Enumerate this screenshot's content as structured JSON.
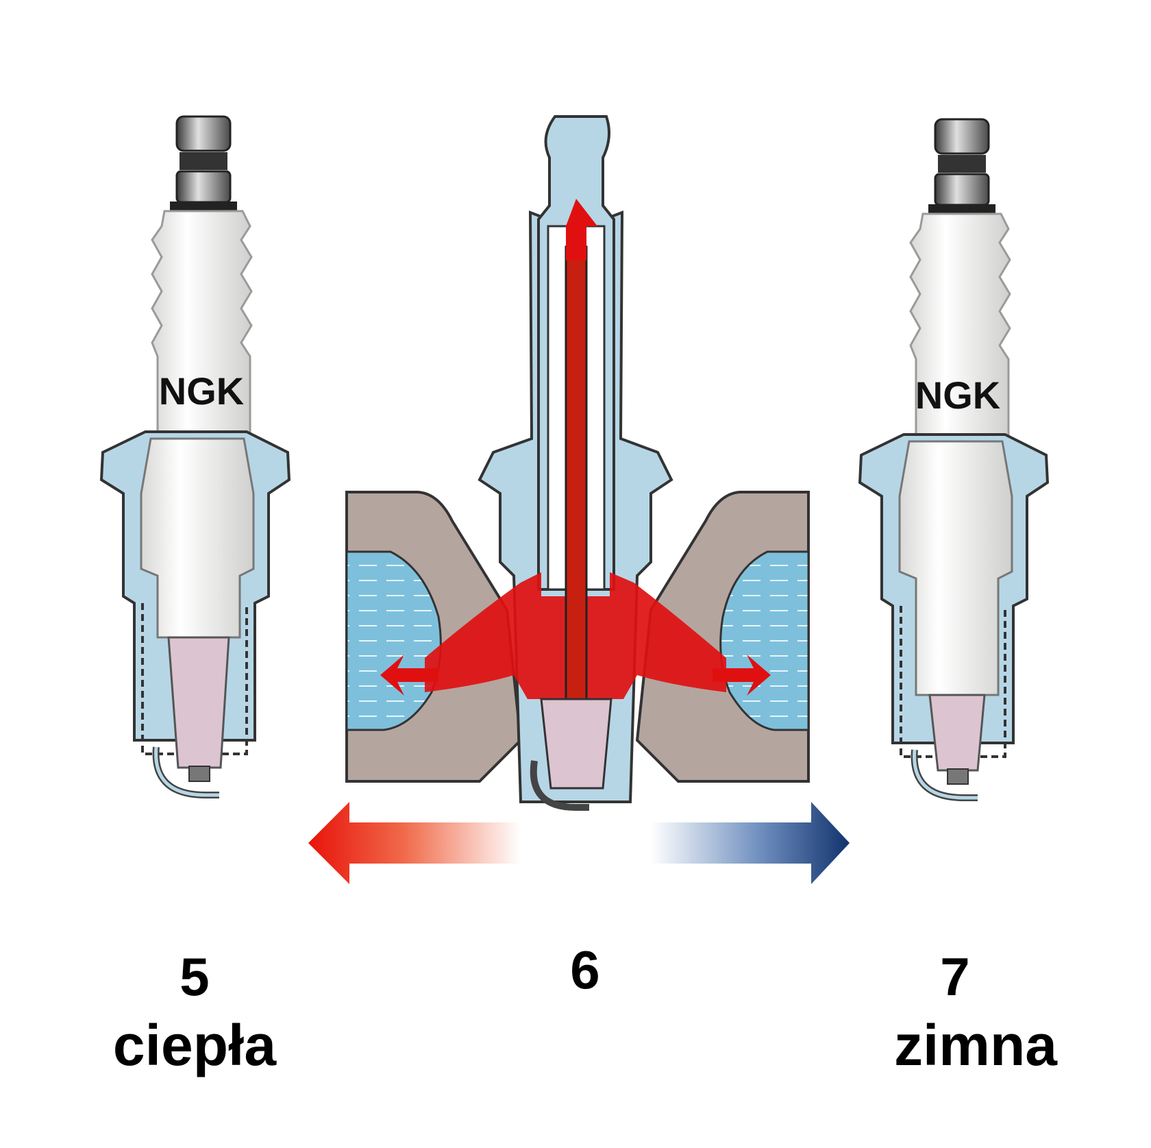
{
  "brand": "NGK",
  "plugs": [
    {
      "number": "5",
      "label": "ciepła"
    },
    {
      "number": "6",
      "label": ""
    },
    {
      "number": "7",
      "label": "zimna"
    }
  ],
  "colors": {
    "insulator": "#f0f0ee",
    "shell": "#b6d6e6",
    "tip": "#dcc4d0",
    "head": "#e8e8e8",
    "cylinder_head": "#b5a59f",
    "coolant": "#7ec0dc",
    "heat_flow": "#e01010",
    "hot_arrow": "#e8130b",
    "cold_arrow": "#12336e"
  }
}
